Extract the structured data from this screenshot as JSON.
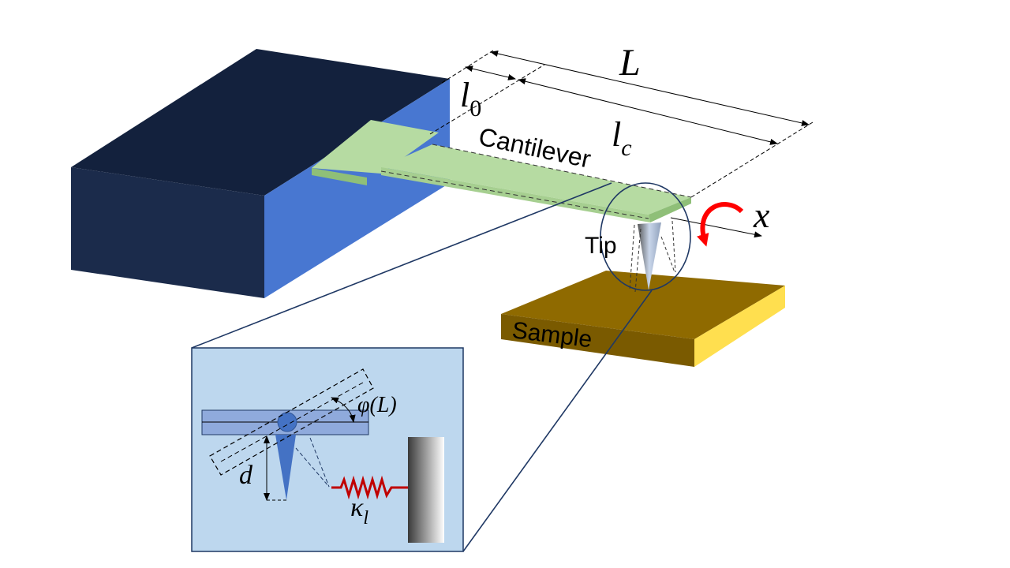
{
  "labels": {
    "L": "L",
    "l0_main": "l",
    "l0_sub": "0",
    "lc_main": "l",
    "lc_sub": "c",
    "cantilever": "Cantilever",
    "tip": "Tip",
    "sample": "Sample",
    "x": "x"
  },
  "inset": {
    "phi": "φ(L)",
    "d": "d",
    "kappa_main": "κ",
    "kappa_sub": "l"
  },
  "colors": {
    "block_top": "#13213d",
    "block_front": "#1b2b4b",
    "block_side": "#4877d1",
    "cantilever": "#b6dba2",
    "cantilever_side": "#8fbf78",
    "sample_top": "#8f6a00",
    "sample_side": "#ffdf4f",
    "inset_bg": "#bdd7ee",
    "outline": "#1f3864",
    "arrow_red": "#ff0000",
    "spring": "#c00000"
  }
}
